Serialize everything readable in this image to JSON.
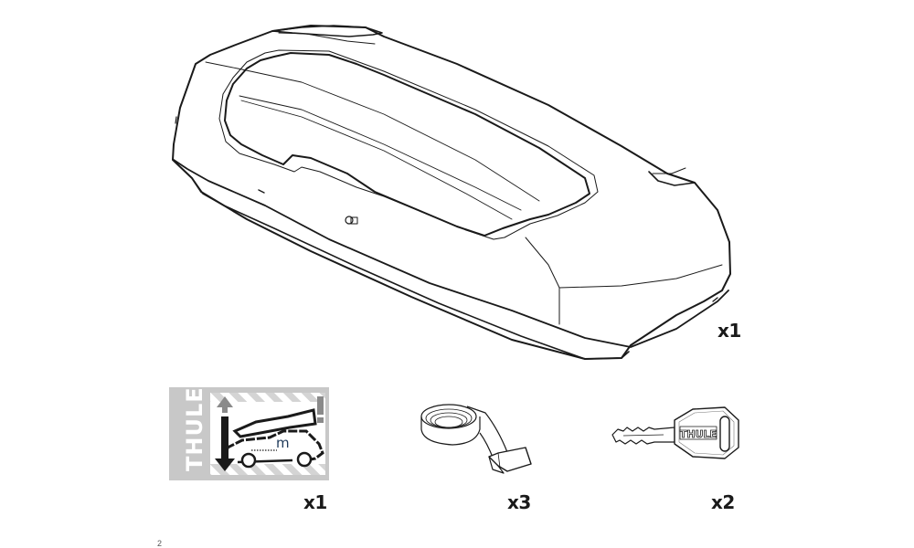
{
  "page": {
    "type": "parts-inventory",
    "page_number": "2"
  },
  "items": [
    {
      "name": "Roof box",
      "icon": "roof-box-icon",
      "quantity": "x1"
    },
    {
      "name": "Height warning sticker",
      "icon": "height-warning-sticker-icon",
      "quantity": "x1",
      "sticker": {
        "brand": "THULE",
        "unit_label": "m"
      }
    },
    {
      "name": "Strap with buckle",
      "icon": "strap-icon",
      "quantity": "x3"
    },
    {
      "name": "Key",
      "icon": "key-icon",
      "quantity": "x2",
      "key_brand": "THULE"
    }
  ],
  "colors": {
    "line": "#1a1a1a",
    "sticker_gray": "#c8c8c8",
    "arrow_gray": "#8a8a8a",
    "background": "#ffffff"
  }
}
